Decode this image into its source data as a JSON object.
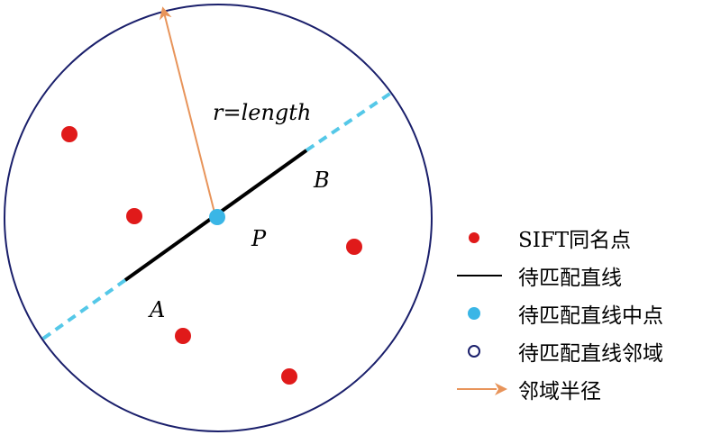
{
  "colors": {
    "circle": "#1a1f6b",
    "sift_point": "#e01a1a",
    "line": "#000000",
    "dashed": "#55c8e8",
    "midpoint": "#3ab6e6",
    "radius": "#e8945a"
  },
  "labels": {
    "radius": "r=length",
    "A": "A",
    "B": "B",
    "P": "P"
  },
  "legend": {
    "sift_points": "SIFT同名点",
    "line": "待匹配直线",
    "midpoint": "待匹配直线中点",
    "neighborhood": "待匹配直线邻域",
    "radius": "邻域半径"
  }
}
